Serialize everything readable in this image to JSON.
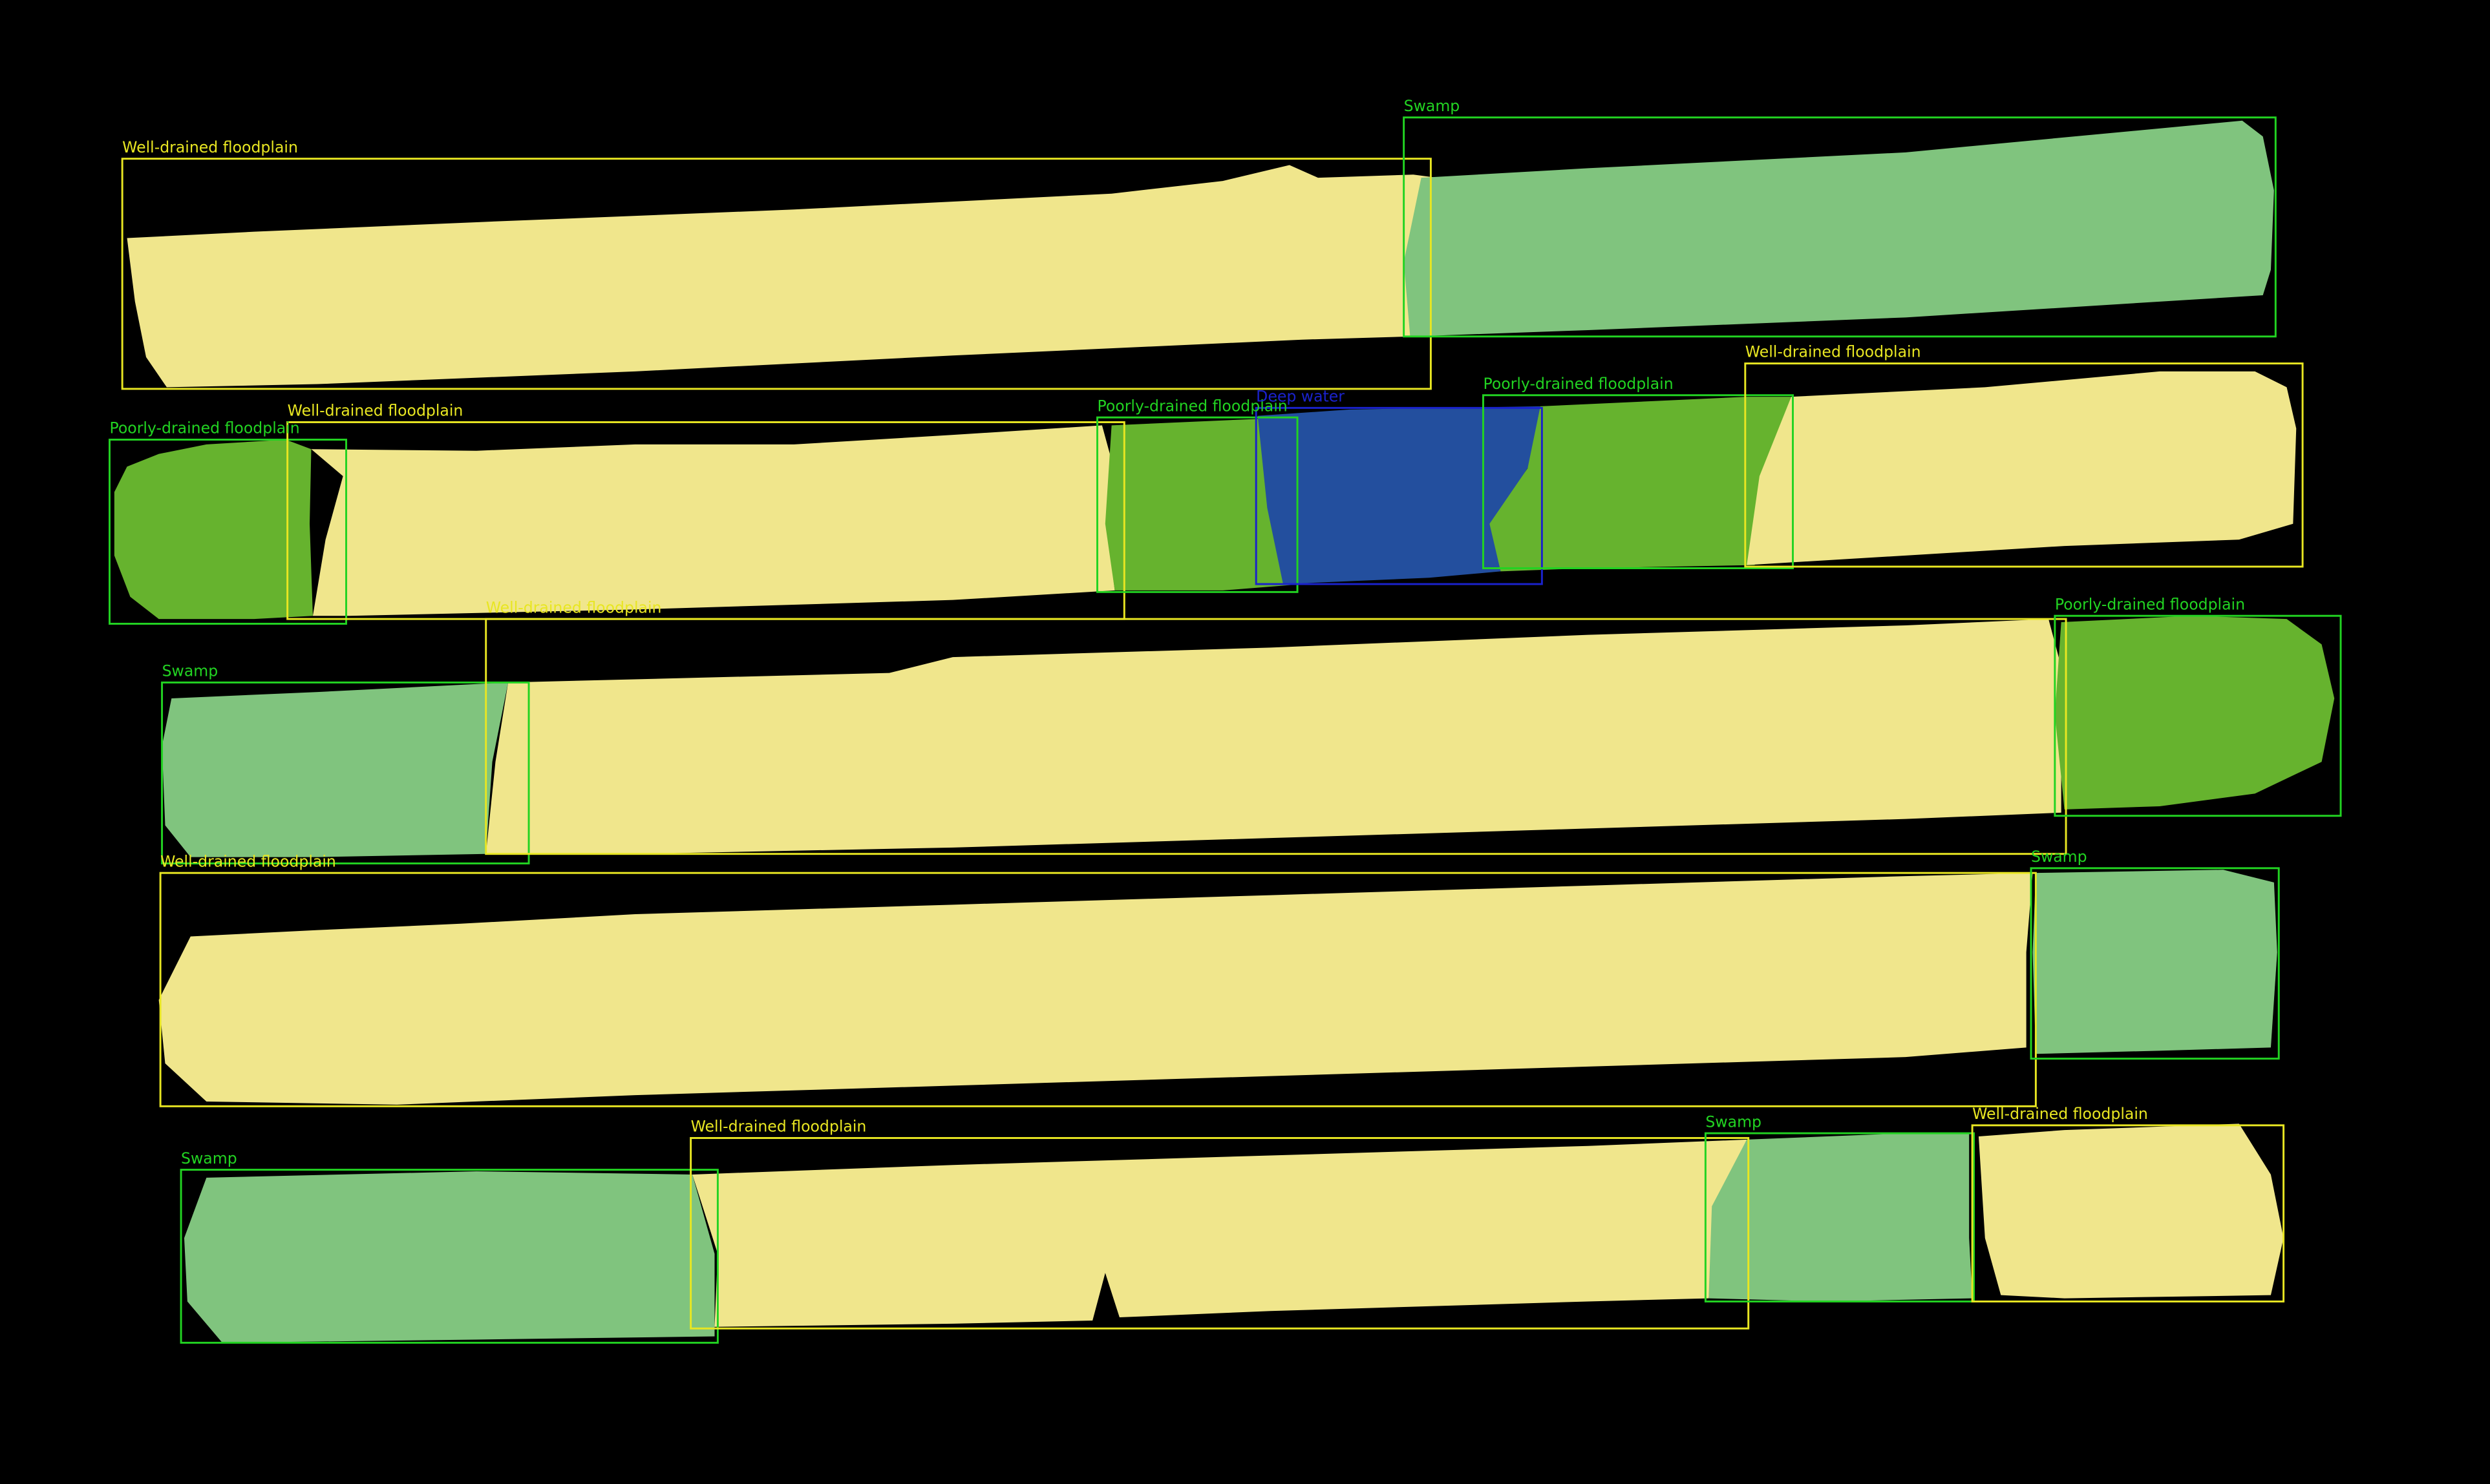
{
  "colors": {
    "background": "#000000",
    "well_drained": "#F0E68C",
    "poorly_drained": "#66B32E",
    "swamp": "#80C47E",
    "deep_water": "#234F9E",
    "box_yellow": "#E8E622",
    "box_green": "#22D322",
    "box_blue": "#1A22CC"
  },
  "regions": [
    {
      "id": "r1",
      "label": "Well-drained floodplain",
      "class": "well_drained"
    },
    {
      "id": "r2",
      "label": "Swamp",
      "class": "swamp"
    },
    {
      "id": "r3",
      "label": "Poorly-drained floodplain",
      "class": "poorly_drained"
    },
    {
      "id": "r4",
      "label": "Well-drained floodplain",
      "class": "well_drained"
    },
    {
      "id": "r5",
      "label": "Poorly-drained floodplain",
      "class": "poorly_drained"
    },
    {
      "id": "r6",
      "label": "Deep water",
      "class": "deep_water"
    },
    {
      "id": "r7",
      "label": "Poorly-drained floodplain",
      "class": "poorly_drained"
    },
    {
      "id": "r8",
      "label": "Well-drained floodplain",
      "class": "well_drained"
    },
    {
      "id": "r9",
      "label": "Swamp",
      "class": "swamp"
    },
    {
      "id": "r10",
      "label": "Well-drained floodplain",
      "class": "well_drained"
    },
    {
      "id": "r11",
      "label": "Poorly-drained floodplain",
      "class": "poorly_drained"
    },
    {
      "id": "r12",
      "label": "Well-drained floodplain",
      "class": "well_drained"
    },
    {
      "id": "r13",
      "label": "Swamp",
      "class": "swamp"
    },
    {
      "id": "r14",
      "label": "Swamp",
      "class": "swamp"
    },
    {
      "id": "r15",
      "label": "Well-drained floodplain",
      "class": "well_drained"
    },
    {
      "id": "r16",
      "label": "Swamp",
      "class": "swamp"
    },
    {
      "id": "r17",
      "label": "Well-drained floodplain",
      "class": "well_drained"
    }
  ]
}
